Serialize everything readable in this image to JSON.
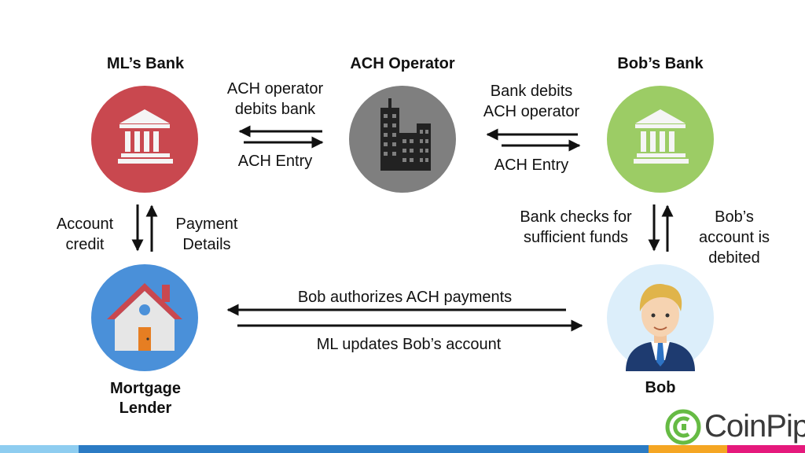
{
  "nodes": {
    "ml_bank": {
      "title": "ML’s Bank"
    },
    "ach_operator": {
      "title": "ACH Operator"
    },
    "bob_bank": {
      "title": "Bob’s Bank"
    },
    "mortgage_lender": {
      "title_line1": "Mortgage",
      "title_line2": "Lender"
    },
    "bob": {
      "title": "Bob"
    }
  },
  "edges": {
    "ach_debits_bank": {
      "line1": "ACH operator",
      "line2": "debits bank"
    },
    "ach_entry_left": {
      "label": "ACH Entry"
    },
    "bank_debits_ach": {
      "line1": "Bank debits",
      "line2": "ACH operator"
    },
    "ach_entry_right": {
      "label": "ACH Entry"
    },
    "account_credit": {
      "line1": "Account",
      "line2": "credit"
    },
    "payment_details": {
      "line1": "Payment",
      "line2": "Details"
    },
    "bank_checks_funds": {
      "line1": "Bank checks for",
      "line2": "sufficient funds"
    },
    "bobs_account_debited": {
      "line1": "Bob’s",
      "line2": "account is",
      "line3": "debited"
    },
    "bob_authorizes": {
      "label": "Bob authorizes ACH payments"
    },
    "ml_updates": {
      "label": "ML updates Bob’s account"
    }
  },
  "logo": {
    "text": "CoinPip"
  },
  "colors": {
    "ml_bank": "#c9484f",
    "ach_operator": "#7f7f7f",
    "bob_bank": "#9ccc65",
    "mortgage_lender": "#4a90d9",
    "bob": "#dceefa",
    "logo_green": "#66bb44",
    "bar_light_blue": "#8ecdf0",
    "bar_blue": "#2b7bc4",
    "bar_orange": "#f5a623",
    "bar_pink": "#e5197c"
  },
  "icons": {
    "ml_bank": "bank-icon",
    "ach_operator": "buildings-icon",
    "bob_bank": "bank-icon",
    "mortgage_lender": "house-icon",
    "bob": "person-avatar-icon",
    "logo": "coinpip-logo-icon"
  }
}
